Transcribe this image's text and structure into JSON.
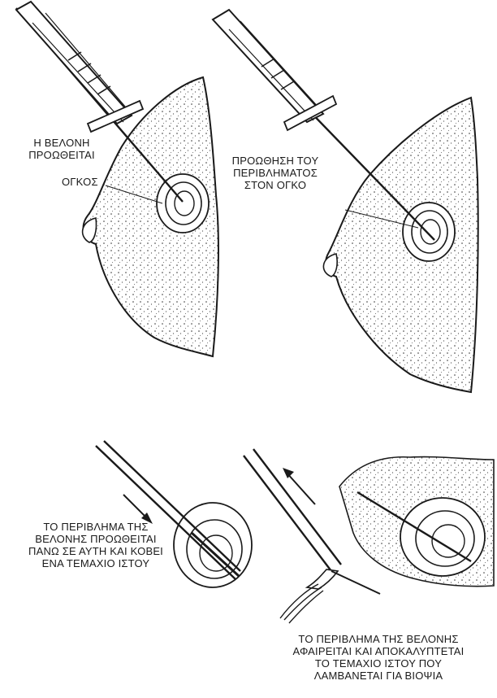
{
  "labels": {
    "needle_advanced": "Η ΒΕΛΟΝΗ\nΠΡΟΩΘΕΙΤΑΙ",
    "mass": "ΟΓΚΟΣ",
    "sheath_into_mass": "ΠΡΟΩΘΗΣΗ ΤΟΥ\nΠΕΡΙΒΛΗΜΑΤΟΣ\nΣΤΟΝ ΟΓΚΟ",
    "sheath_cuts": "ΤΟ ΠΕΡΙΒΛΗΜΑ ΤΗΣ\nΒΕΛΟΝΗΣ ΠΡΟΩΘΕΙΤΑΙ\nΠΑΝΩ ΣΕ ΑΥΤΗ ΚΑΙ ΚΟΒΕΙ\nΕΝΑ ΤΕΜΑΧΙΟ ΙΣΤΟΥ",
    "sheath_removed": "ΤΟ ΠΕΡΙΒΛΗΜΑ ΤΗΣ ΒΕΛΟΝΗΣ\nΑΦΑΙΡΕΙΤΑΙ ΚΑΙ ΑΠΟΚΑΛΥΠΤΕΤΑΙ\nΤΟ ΤΕΜΑΧΙΟ ΙΣΤΟΥ ΠΟΥ\nΛΑΜΒΑΝΕΤΑΙ ΓΙΑ ΒΙΟΨΙΑ"
  },
  "colors": {
    "ink": "#1a1a1a",
    "paper": "#ffffff"
  }
}
